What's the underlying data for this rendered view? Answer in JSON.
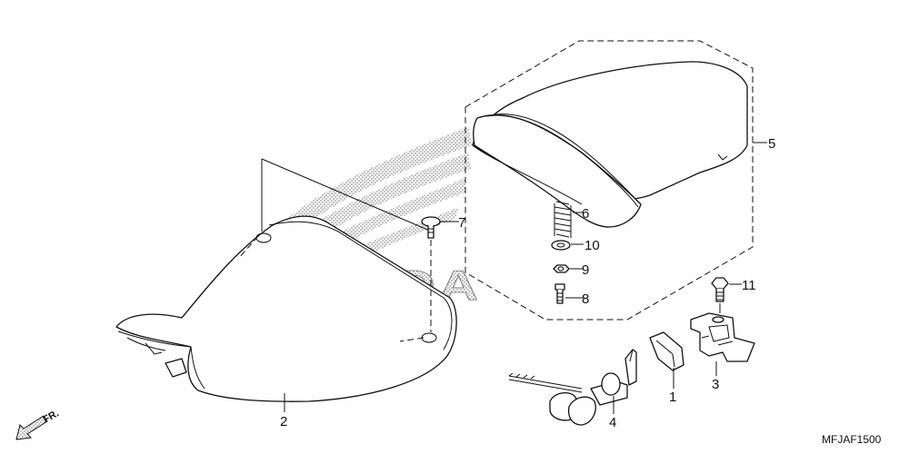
{
  "watermark": {
    "brand": "HONDA"
  },
  "direction_marker": {
    "label": "FR.",
    "icon": "front-arrow-icon"
  },
  "diagram_code": "MFJAF1500",
  "callouts": [
    {
      "id": "1",
      "label": "1"
    },
    {
      "id": "2",
      "label": "2"
    },
    {
      "id": "3",
      "label": "3"
    },
    {
      "id": "4",
      "label": "4"
    },
    {
      "id": "5",
      "label": "5"
    },
    {
      "id": "6",
      "label": "6"
    },
    {
      "id": "7",
      "label": "7"
    },
    {
      "id": "8",
      "label": "8"
    },
    {
      "id": "9",
      "label": "9"
    },
    {
      "id": "10",
      "label": "10"
    },
    {
      "id": "11",
      "label": "11"
    }
  ]
}
